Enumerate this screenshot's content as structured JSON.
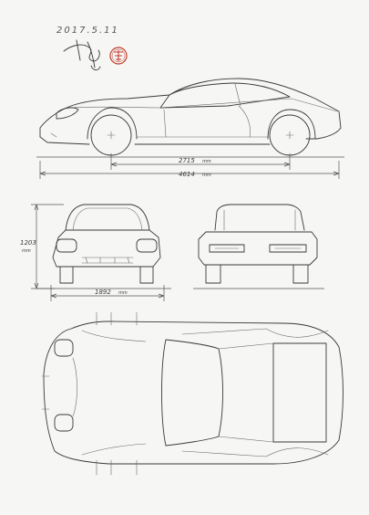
{
  "header": {
    "date": "2017.5.11"
  },
  "signature": {
    "text": "",
    "seal_color": "#c0392b"
  },
  "dimensions": {
    "wheelbase": "2715",
    "overall_length": "4614",
    "height": "1203",
    "width": "1892",
    "unit": "mm"
  },
  "colors": {
    "paper": "#f6f6f4",
    "ink": "#3a3a3a",
    "seal": "#c0392b"
  }
}
